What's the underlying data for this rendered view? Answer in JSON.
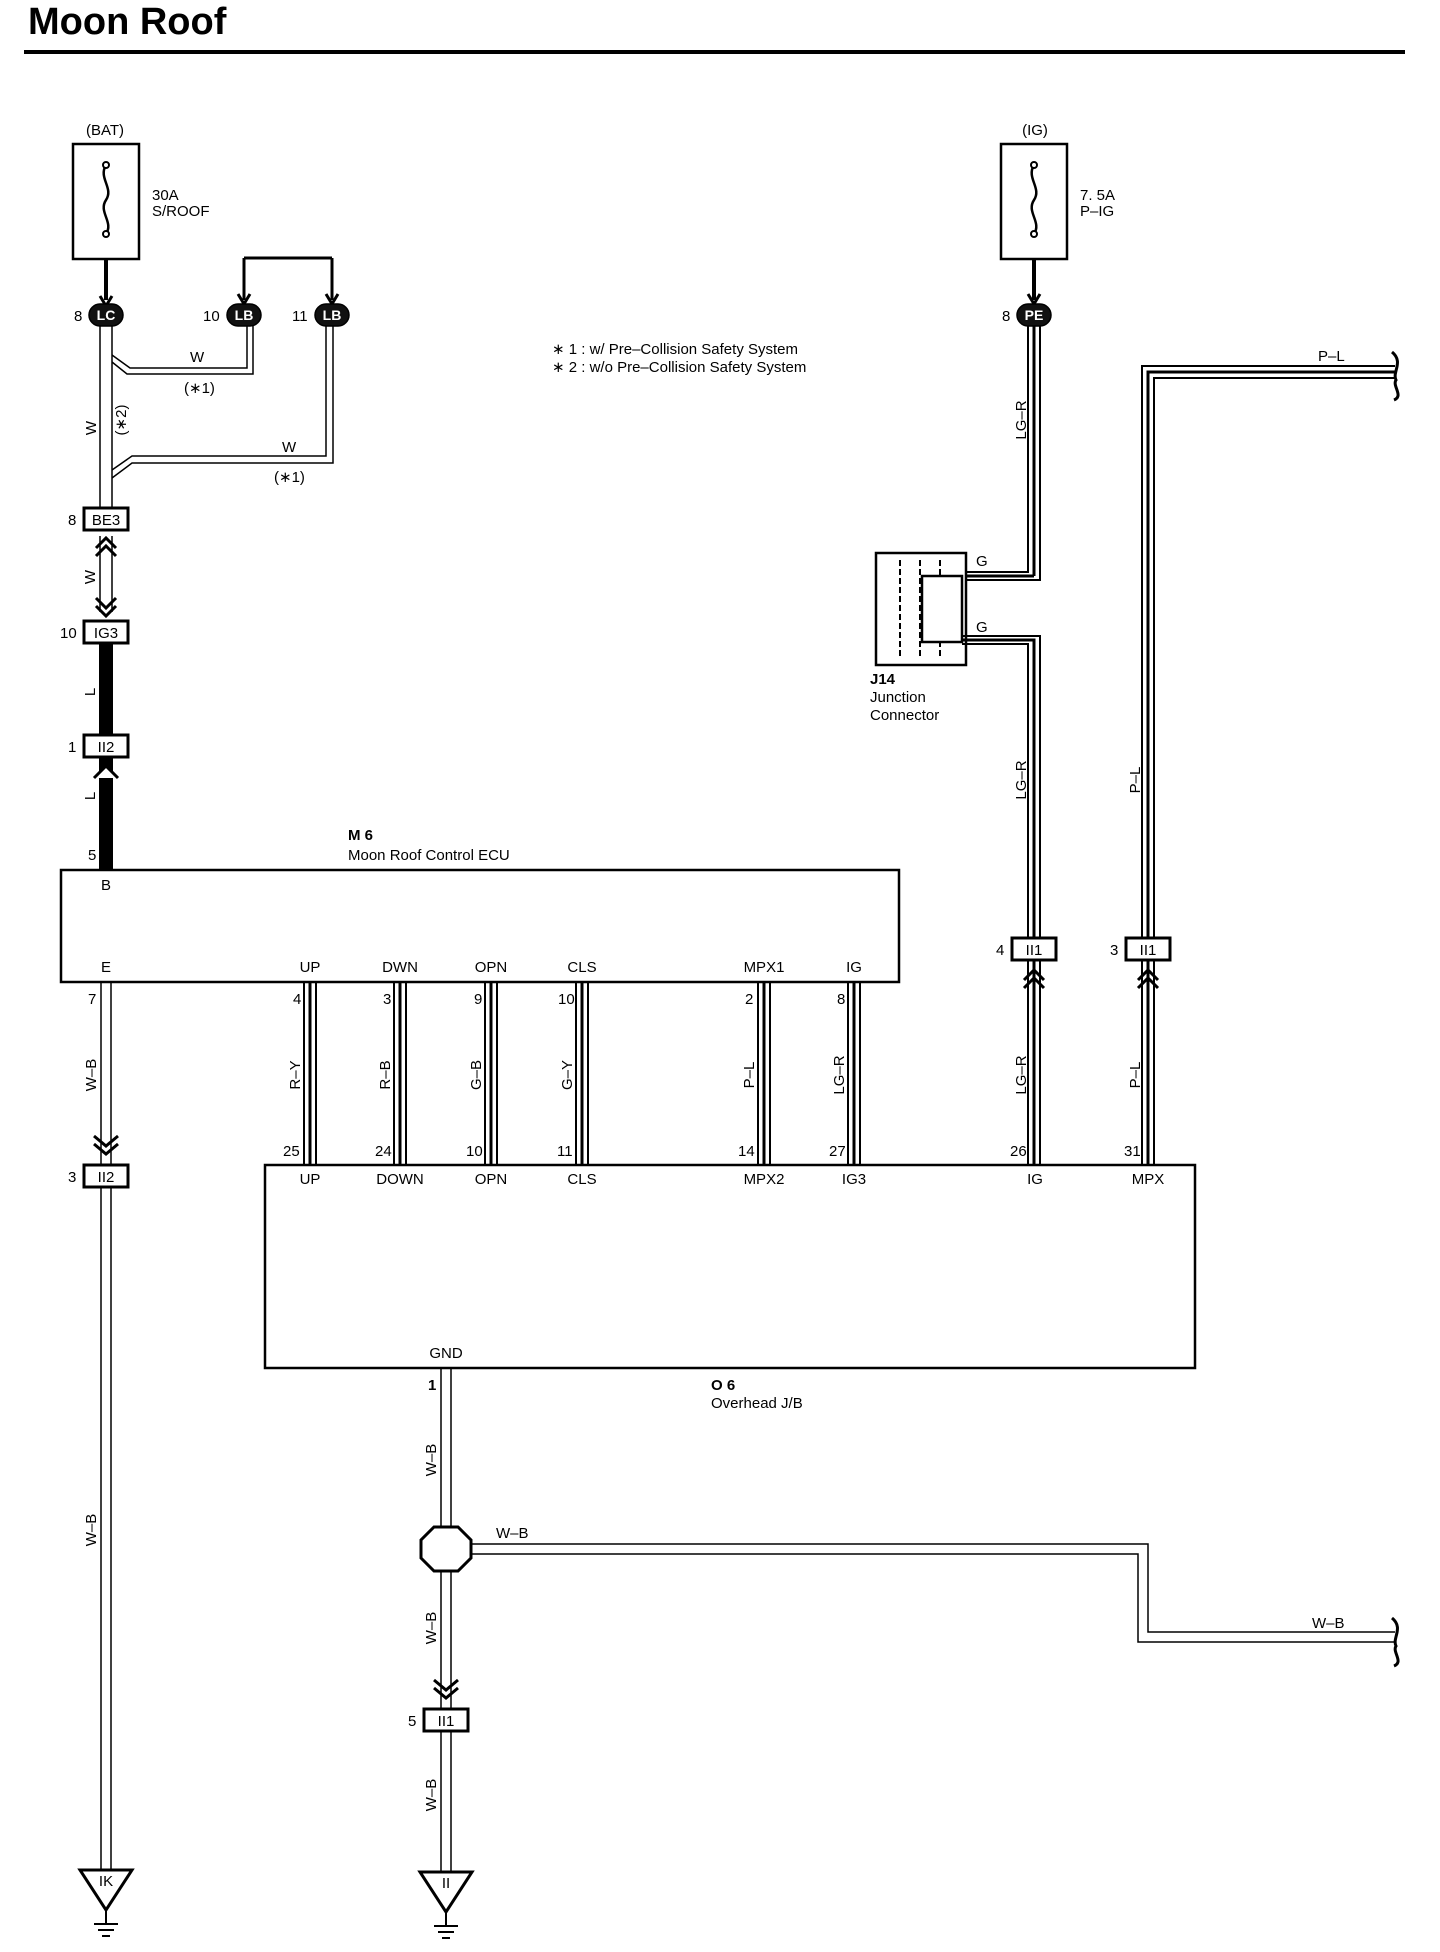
{
  "title": "Moon Roof",
  "notes": {
    "note1": "∗ 1 : w/ Pre–Collision Safety System",
    "note2": "∗ 2 : w/o Pre–Collision Safety System",
    "ref1": "(∗1)",
    "ref2": "(∗2)"
  },
  "fuse_bat": {
    "source": "(BAT)",
    "rating": "30A",
    "name": "S/ROOF"
  },
  "fuse_ig": {
    "source": "(IG)",
    "rating": "7. 5A",
    "name": "P–IG"
  },
  "ovals": {
    "lc": "LC",
    "lb": "LB",
    "pe": "PE"
  },
  "pins": {
    "lc": "8",
    "lb10": "10",
    "lb11": "11",
    "pe": "8",
    "be3": "8",
    "ig3": "10",
    "ii2_top": "1",
    "ecu_b": "5",
    "ecu_e": "7",
    "ii2_bot": "3",
    "ii1_4": "4",
    "ii1_3": "3",
    "ii1_5": "5",
    "ecu_up": "4",
    "ecu_dwn": "3",
    "ecu_opn": "9",
    "ecu_cls": "10",
    "ecu_mpx1": "2",
    "ecu_ig": "8",
    "jb_up": "25",
    "jb_down": "24",
    "jb_opn": "10",
    "jb_cls": "11",
    "jb_mpx2": "14",
    "jb_ig3": "27",
    "jb_ig": "26",
    "jb_mpx": "31",
    "jb_gnd": "1"
  },
  "connectors": {
    "be3": "BE3",
    "ig3": "IG3",
    "ii2": "II2",
    "ii1": "II1"
  },
  "ecu": {
    "id": "M 6",
    "name": "Moon Roof Control ECU",
    "pins": {
      "b": "B",
      "e": "E",
      "up": "UP",
      "dwn": "DWN",
      "opn": "OPN",
      "cls": "CLS",
      "mpx1": "MPX1",
      "ig": "IG"
    }
  },
  "jb": {
    "id": "O 6",
    "name": "Overhead J/B",
    "pins": {
      "up": "UP",
      "down": "DOWN",
      "opn": "OPN",
      "cls": "CLS",
      "mpx2": "MPX2",
      "ig3": "IG3",
      "ig": "IG",
      "mpx": "MPX",
      "gnd": "GND"
    }
  },
  "junction": {
    "id": "J14",
    "line1": "Junction",
    "line2": "Connector",
    "g": "G"
  },
  "wires": {
    "w": "W",
    "l": "L",
    "wb": "W–B",
    "lgr": "LG–R",
    "pl": "P–L",
    "ry": "R–Y",
    "rb": "R–B",
    "gb": "G–B",
    "gy": "G–Y"
  },
  "grounds": {
    "ik": "IK",
    "ii": "II"
  }
}
